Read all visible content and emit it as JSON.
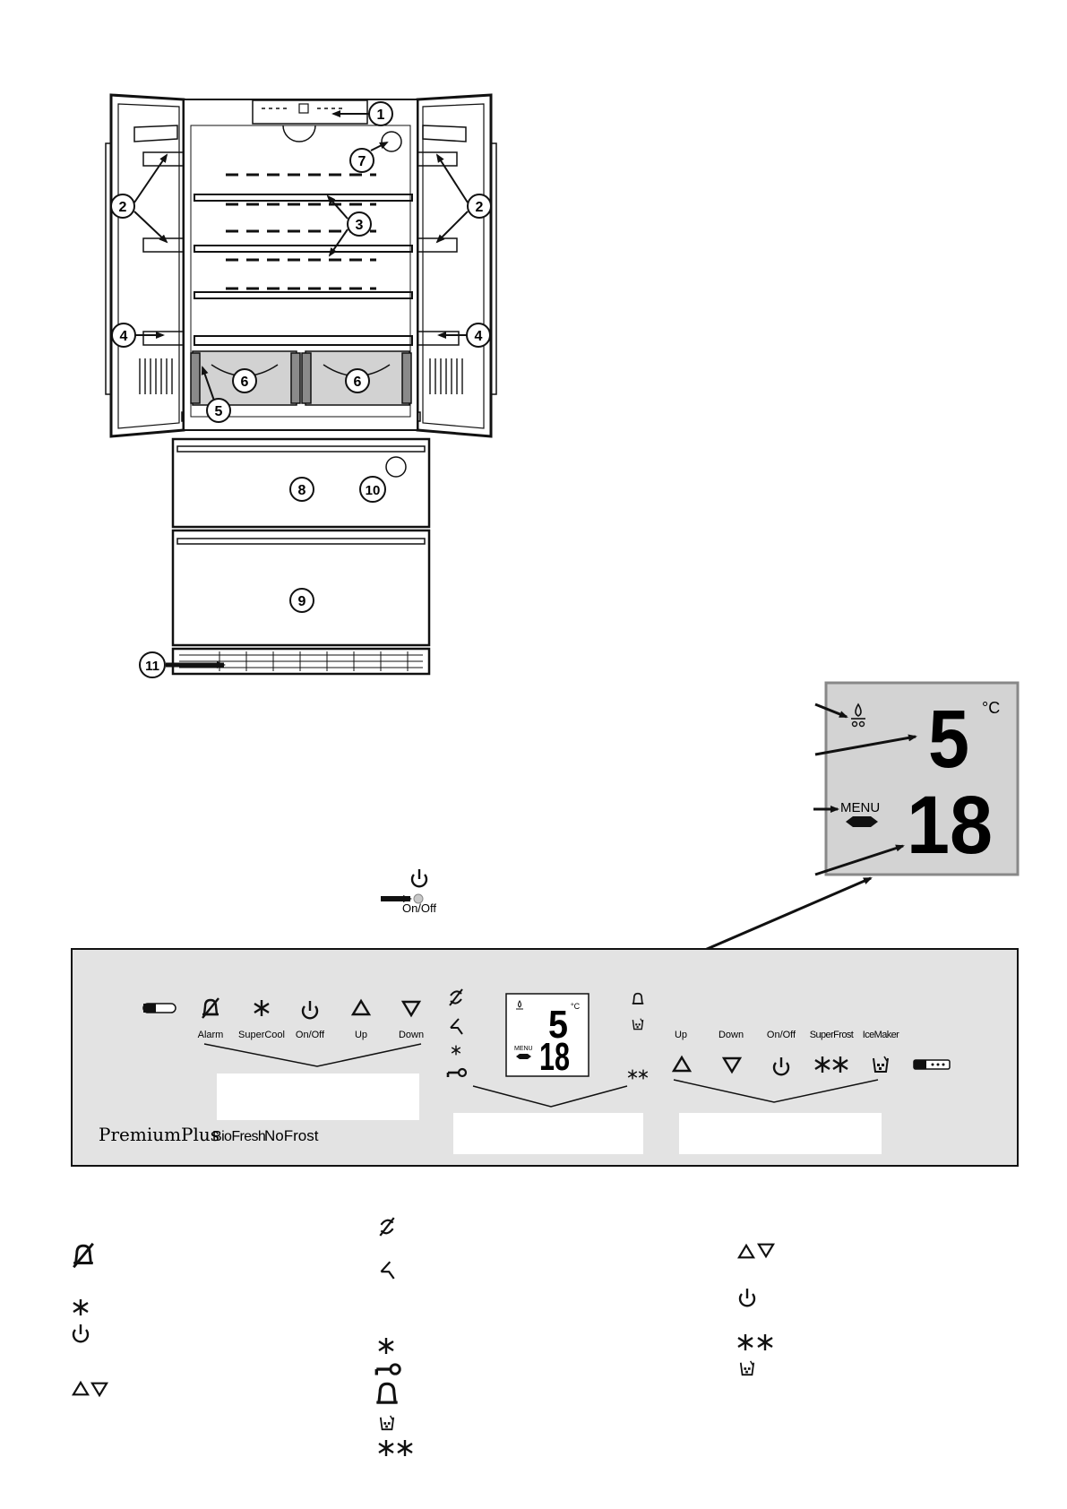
{
  "fridge": {
    "callouts": [
      "1",
      "2",
      "2",
      "3",
      "4",
      "4",
      "5",
      "6",
      "6",
      "7",
      "8",
      "9",
      "10",
      "11"
    ]
  },
  "lcd_zoom": {
    "unit": "°C",
    "top_value": "5",
    "bottom_value": "18",
    "menu_label": "MENU"
  },
  "onoff_diagram": {
    "label": "On/Off"
  },
  "panel": {
    "left_buttons": [
      {
        "label": "Alarm",
        "icon": "alarm-off-icon"
      },
      {
        "label": "SuperCool",
        "icon": "supercool-icon"
      },
      {
        "label": "On/Off",
        "icon": "power-icon"
      },
      {
        "label": "Up",
        "icon": "up-triangle-icon"
      },
      {
        "label": "Down",
        "icon": "down-triangle-icon"
      }
    ],
    "right_buttons": [
      {
        "label": "Up",
        "icon": "up-triangle-icon"
      },
      {
        "label": "Down",
        "icon": "down-triangle-icon"
      },
      {
        "label": "On/Off",
        "icon": "power-icon"
      },
      {
        "label": "SuperFrost",
        "icon": "superfrost-icon"
      },
      {
        "label": "IceMaker",
        "icon": "icemaker-icon"
      }
    ],
    "display": {
      "top_value": "5",
      "bottom_value": "18",
      "unit": "°C",
      "menu_label": "MENU"
    },
    "brand": {
      "premium": "PremiumPlus",
      "biofresh": "BioFresh",
      "nofrost": "NoFrost"
    }
  },
  "legend": {
    "columns": [
      [
        "alarm-off-icon",
        "supercool-icon",
        "power-icon",
        "up-down-icon"
      ],
      [
        "fan-off-icon",
        "ventilation-icon",
        "supercool-icon",
        "key-icon",
        "bell-icon",
        "icemaker-icon",
        "superfrost-icon"
      ],
      [
        "up-down-icon",
        "power-icon",
        "superfrost-icon",
        "icemaker-icon"
      ]
    ]
  }
}
